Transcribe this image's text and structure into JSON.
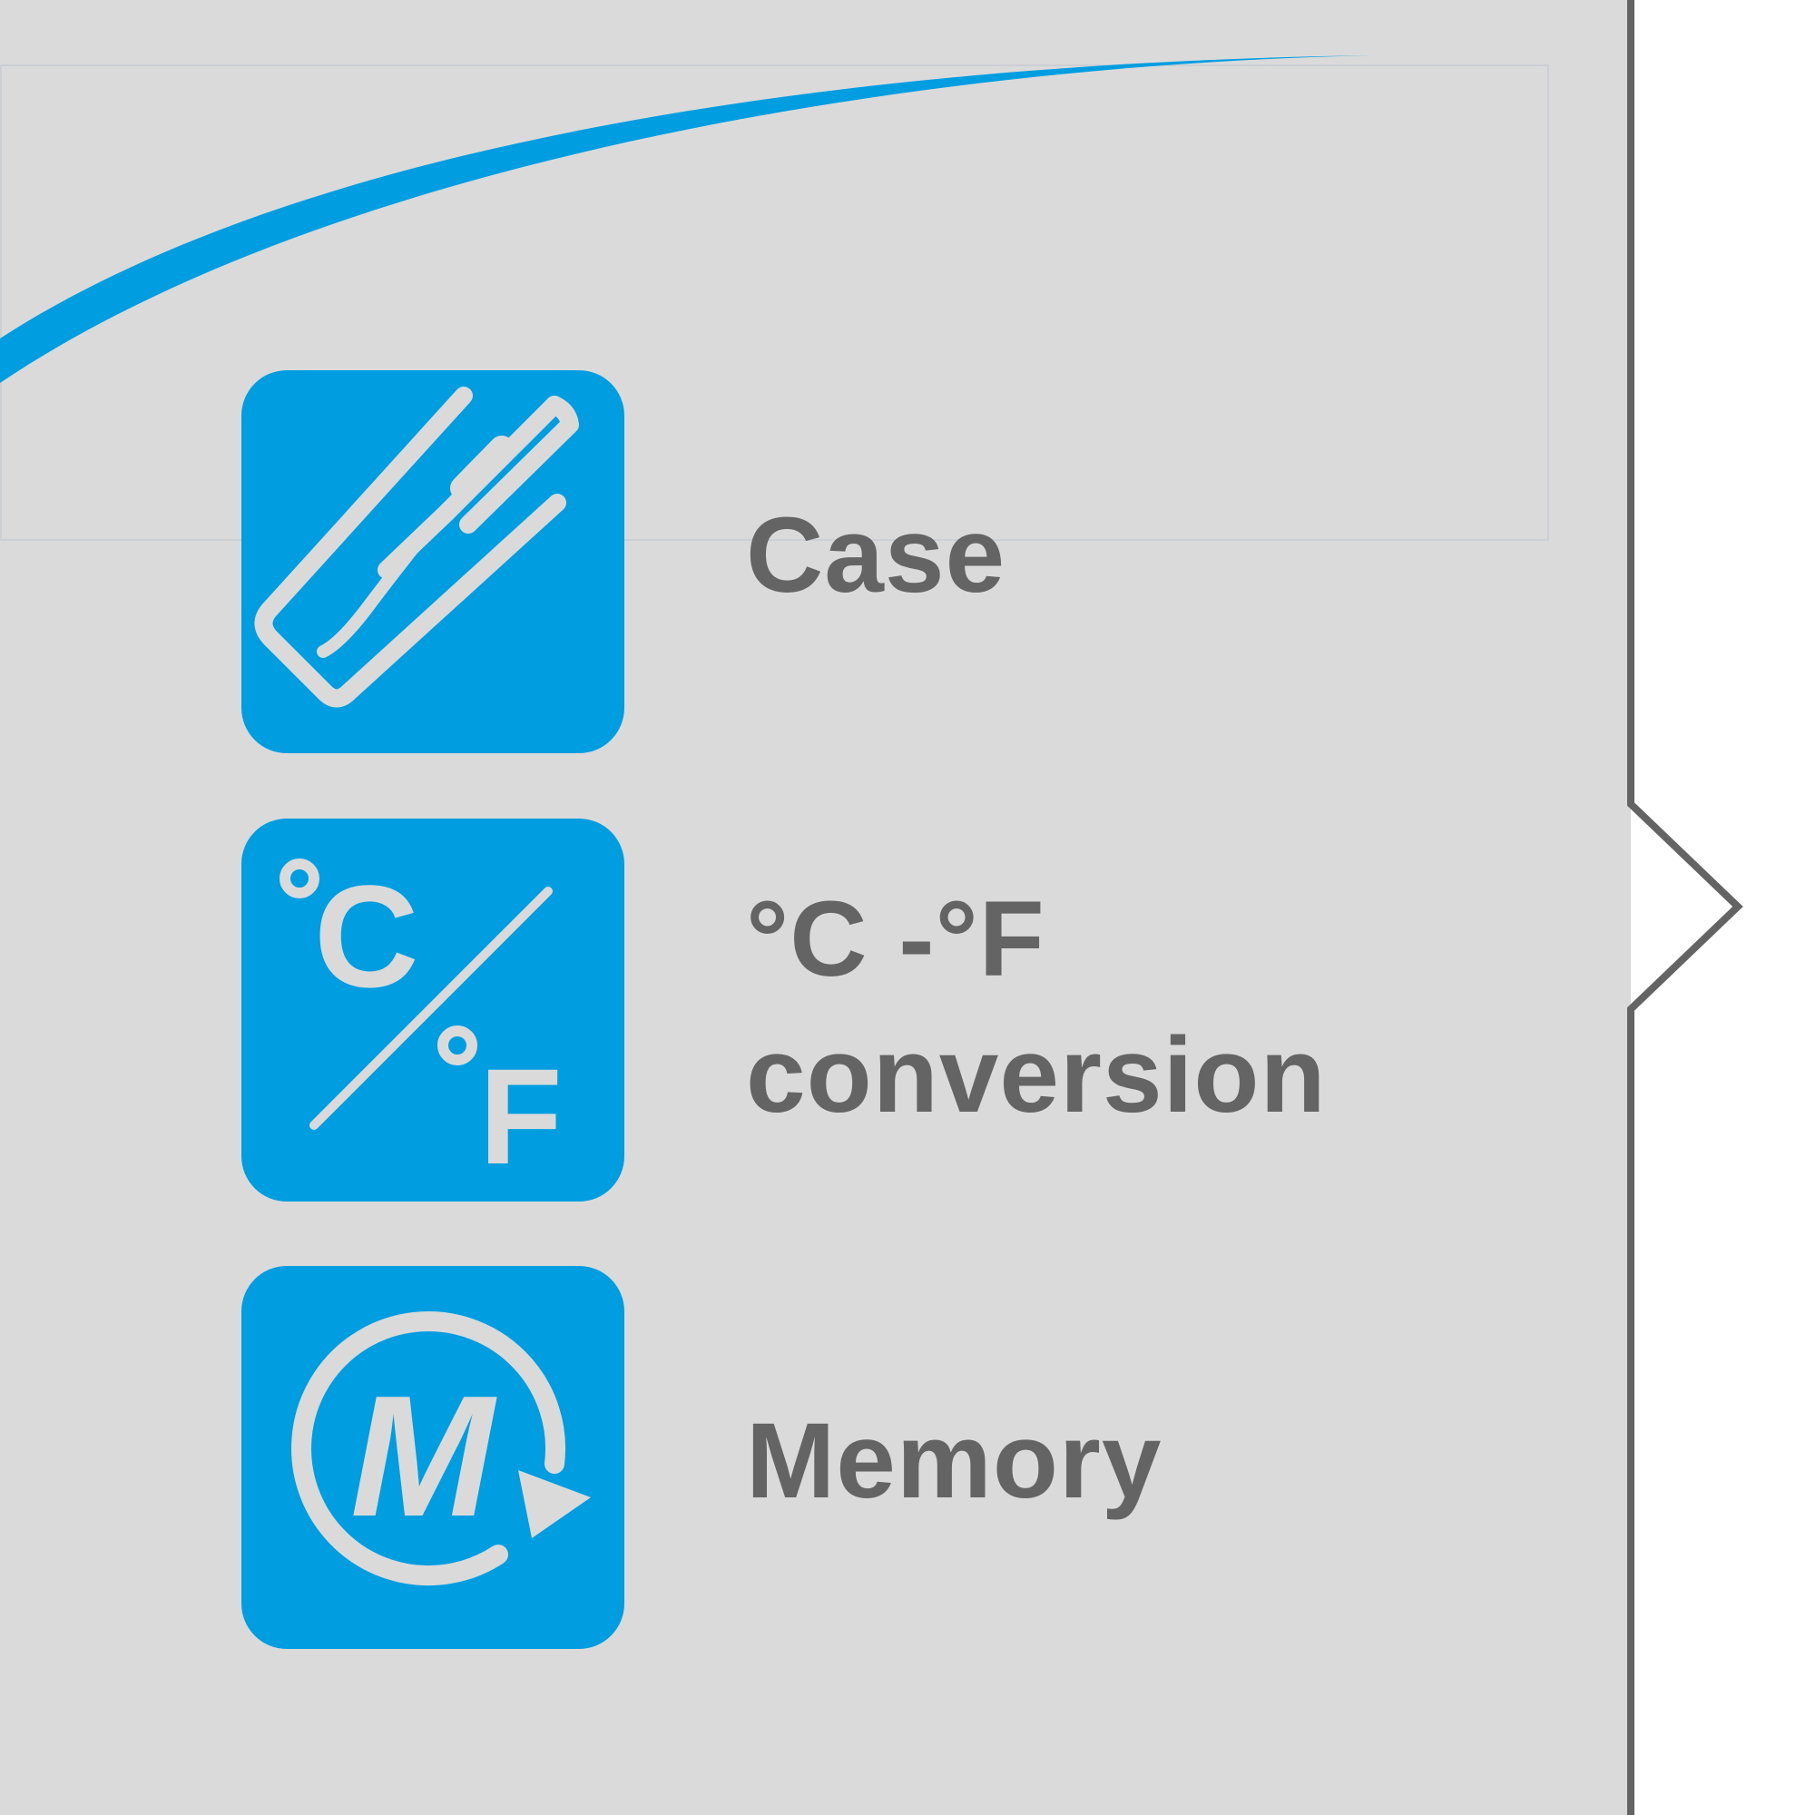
{
  "colors": {
    "panel_background": "#dadadb",
    "panel_border": "#646464",
    "accent_blue": "#009ee0",
    "icon_glyph": "#dadadb",
    "label_text": "#646464"
  },
  "features": [
    {
      "icon": "thermometer-case-icon",
      "label": "Case"
    },
    {
      "icon": "celsius-fahrenheit-icon",
      "label_line1": "°C -°F",
      "label_line2": "conversion",
      "icon_text_c": "C",
      "icon_text_f": "F"
    },
    {
      "icon": "memory-icon",
      "label": "Memory",
      "icon_text": "M"
    }
  ]
}
